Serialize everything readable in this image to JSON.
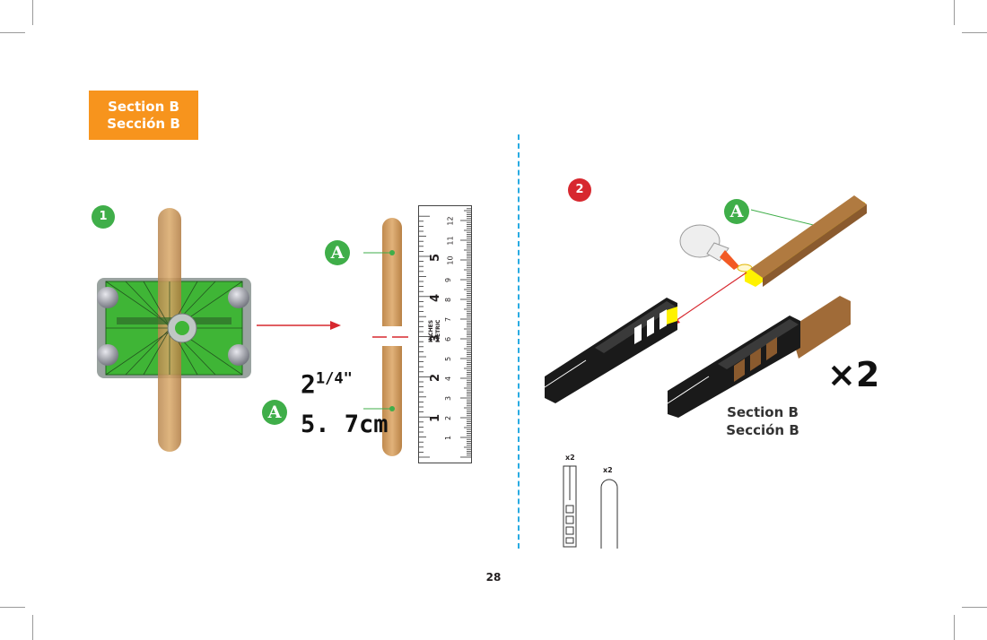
{
  "section_label": {
    "line1": "Section B",
    "line2": "Sección B"
  },
  "colors": {
    "orange": "#f7941d",
    "green": "#3fae49",
    "red": "#d7282f",
    "divider_blue": "#29abe2"
  },
  "step1": {
    "badge": "1",
    "part_a_top": "A",
    "part_a_bottom": "A",
    "measure_inch_whole": "2",
    "measure_inch_fraction": "1/4\"",
    "measure_cm": "5. 7cm"
  },
  "ruler": {
    "inch_numbers": [
      "1",
      "2",
      "3",
      "4",
      "5"
    ],
    "cm_numbers": [
      "1",
      "2",
      "3",
      "4",
      "5",
      "6",
      "7",
      "8",
      "9",
      "10",
      "11",
      "12"
    ],
    "label_inches": "INCHES",
    "label_metric": "METRIC"
  },
  "step2": {
    "badge": "2",
    "part_a": "A",
    "multiplier": "×2",
    "caption_line1": "Section B",
    "caption_line2": "Sección B"
  },
  "parts_list": [
    {
      "qty": "x2",
      "icon": "connector-strip-icon"
    },
    {
      "qty": "x2",
      "icon": "craft-stick-icon"
    }
  ],
  "page_number": "28"
}
